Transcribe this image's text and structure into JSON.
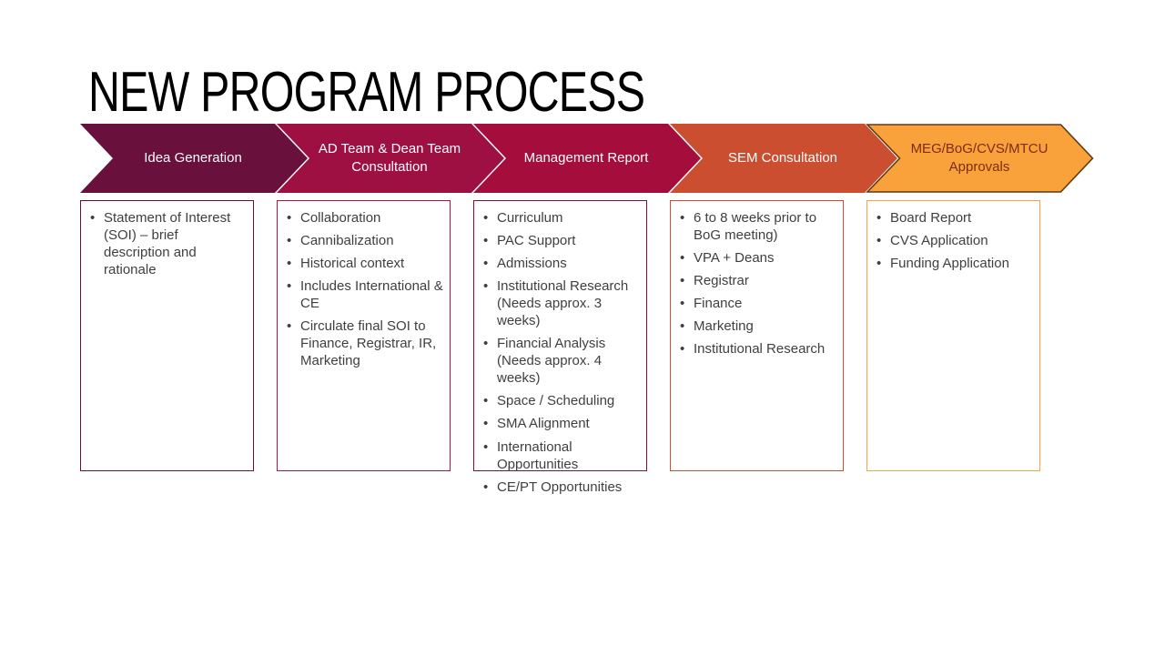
{
  "slide": {
    "title": "NEW PROGRAM PROCESS",
    "background": "#FFFFFF",
    "title_color": "#000000",
    "bullet_text_color": "#3F3F3F",
    "stages": [
      {
        "id": "idea-generation",
        "label": "Idea Generation",
        "chevron_fill": "#69103C",
        "chevron_text_color": "#FFFFFF",
        "box_border_color": "#5F1137",
        "bullets": [
          "Statement of Interest (SOI) – brief description and rationale"
        ]
      },
      {
        "id": "ad-team-dean-team-consultation",
        "label": "AD Team & Dean Team Consultation",
        "chevron_fill": "#9E1042",
        "chevron_text_color": "#FFFFFF",
        "box_border_color": "#9E1848",
        "bullets": [
          "Collaboration",
          "Cannibalization",
          "Historical context",
          "Includes International & CE",
          "Circulate final SOI to Finance, Registrar, IR, Marketing"
        ]
      },
      {
        "id": "management-report",
        "label": "Management Report",
        "chevron_fill": "#A50D3C",
        "chevron_text_color": "#FFFFFF",
        "box_border_color": "#701540",
        "bullets": [
          "Curriculum",
          "PAC Support",
          "Admissions",
          "Institutional Research (Needs approx. 3 weeks)",
          "Financial Analysis (Needs approx. 4 weeks)",
          "Space / Scheduling",
          "SMA Alignment",
          "International Opportunities",
          "CE/PT Opportunities"
        ]
      },
      {
        "id": "sem-consultation",
        "label": "SEM Consultation",
        "chevron_fill": "#CC4E31",
        "chevron_text_color": "#FFFFFF",
        "box_border_color": "#C9512F",
        "bullets": [
          "6 to 8 weeks prior to BoG meeting)",
          "VPA + Deans",
          "Registrar",
          "Finance",
          "Marketing",
          "Institutional Research"
        ]
      },
      {
        "id": "meg-bog-cvs-mtcu-approvals",
        "label": "MEG/BoG/CVS/MTCU Approvals",
        "chevron_fill": "#F9A23C",
        "chevron_stroke": "#5E3A12",
        "chevron_text_color": "#7C2D12",
        "box_border_color": "#F0A44A",
        "bullets": [
          "Board Report",
          "CVS Application",
          "Funding Application"
        ]
      }
    ]
  }
}
